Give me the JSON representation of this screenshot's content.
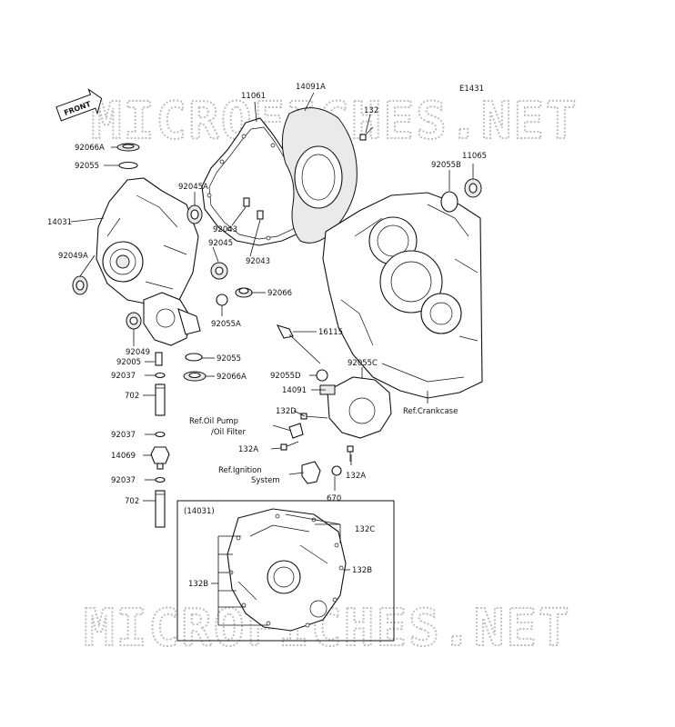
{
  "diagram_code": "E1431",
  "front_label": "FRONT",
  "watermark": "MICROFICHES.NET",
  "inset_label": "(14031)",
  "part_labels": {
    "p11061": "11061",
    "p14091A": "14091A",
    "p132_top": "132",
    "p11065": "11065",
    "p92055B": "92055B",
    "p92066A_top": "92066A",
    "p92055_top": "92055",
    "p92045A": "92045A",
    "p14031": "14031",
    "p92043_a": "92043",
    "p92045": "92045",
    "p92049A": "92049A",
    "p92043_b": "92043",
    "p92066": "92066",
    "p92055A": "92055A",
    "p16115": "16115",
    "p92049": "92049",
    "p92055_mid": "92055",
    "p92005": "92005",
    "p92037_a": "92037",
    "p92066A_mid": "92066A",
    "p92055D": "92055D",
    "p92055C": "92055C",
    "p14091": "14091",
    "p702_a": "702",
    "p132D": "132D",
    "p92037_b": "92037",
    "p14069": "14069",
    "p132A_a": "132A",
    "p132A_b": "132A",
    "p92037_c": "92037",
    "p702_b": "702",
    "p670": "670",
    "p132C": "132C",
    "p132B_left": "132B",
    "p132B_right": "132B"
  },
  "refs": {
    "oil_pump_1": "Ref.Oil Pump",
    "oil_pump_2": "/Oil Filter",
    "ignition_1": "Ref.Ignition",
    "ignition_2": "System",
    "crankcase": "Ref.Crankcase"
  }
}
